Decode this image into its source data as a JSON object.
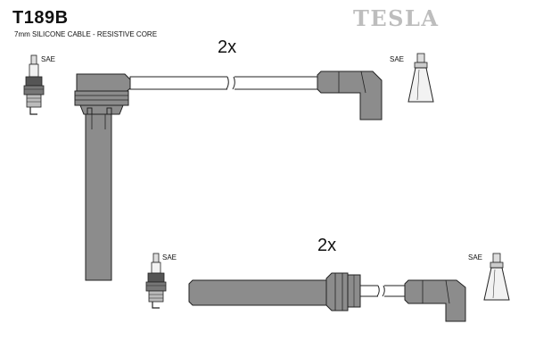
{
  "header": {
    "part_number": "T189B",
    "spec": "7mm SILICONE CABLE - RESISTIVE CORE",
    "brand": "TESLA"
  },
  "lead_top": {
    "quantity": "2x",
    "plug_label": "SAE",
    "terminal_label": "SAE"
  },
  "lead_bottom": {
    "quantity": "2x",
    "plug_label": "SAE",
    "terminal_label": "SAE"
  },
  "colors": {
    "boot_fill": "#8c8c8c",
    "insulator_fill": "#f2f2f2",
    "outline": "#222222",
    "brand": "#bdbdbd"
  }
}
